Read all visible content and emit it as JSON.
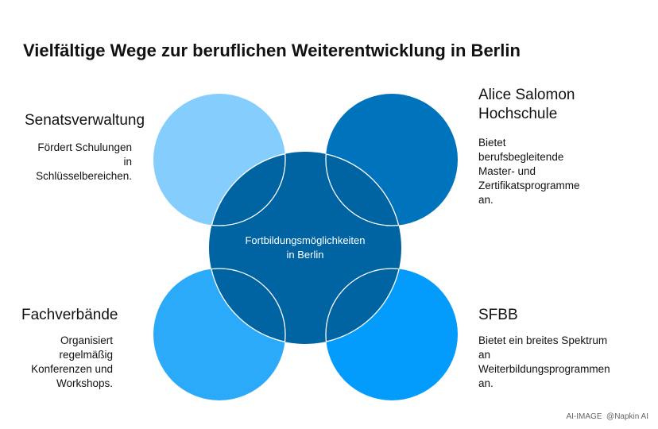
{
  "title": "Vielfältige Wege zur beruflichen Weiterentwicklung in Berlin",
  "center": {
    "line1": "Fortbildungsmöglichkeiten",
    "line2": "in Berlin",
    "color": "#0064a3"
  },
  "items": [
    {
      "heading": "Senatsverwaltung",
      "lines": [
        "Fördert Schulungen",
        "in",
        "Schlüsselbereichen."
      ],
      "color": "#84cdfc"
    },
    {
      "heading_lines": [
        "Alice Salomon",
        "Hochschule"
      ],
      "lines": [
        "Bietet",
        "berufsbegleitende",
        "Master- und",
        "Zertifikatsprogramme",
        "an."
      ],
      "color": "#0073bd"
    },
    {
      "heading": "Fachverbände",
      "lines": [
        "Organisiert",
        "regelmäßig",
        "Konferenzen und",
        "Workshops."
      ],
      "color": "#2aaaf9"
    },
    {
      "heading": "SFBB",
      "lines": [
        "Bietet ein breites Spektrum",
        "an",
        "Weiterbildungsprogrammen",
        "an."
      ],
      "color": "#039cfd"
    }
  ],
  "watermark": "AI-IMAGE  @Napkin AI"
}
